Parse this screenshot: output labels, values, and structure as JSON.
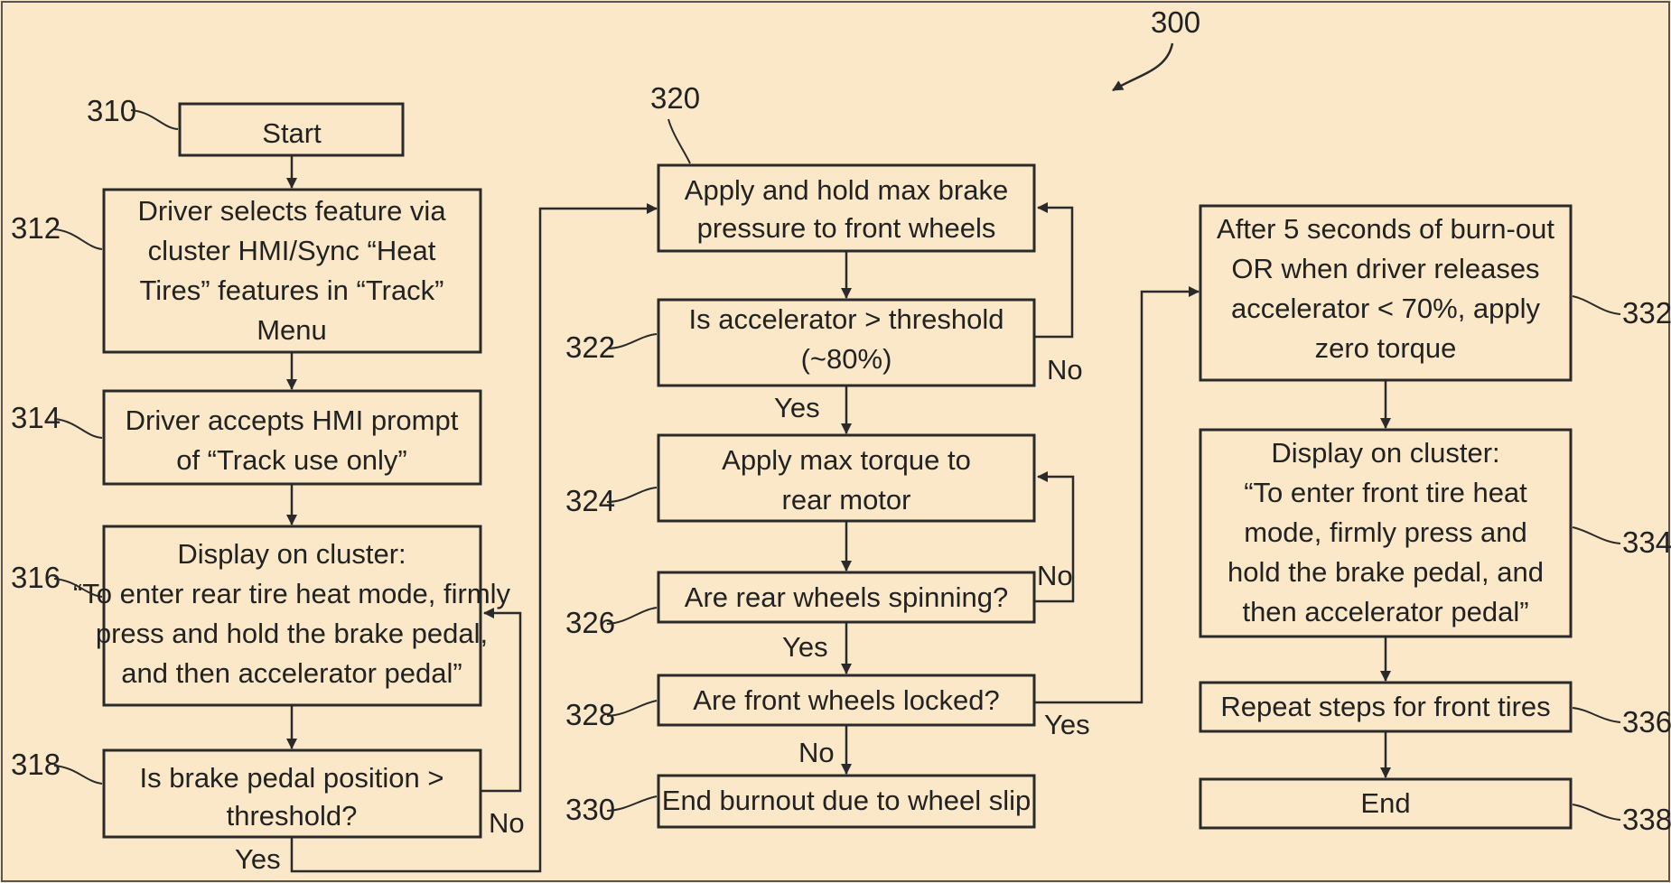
{
  "figure_number": "300",
  "nodes": {
    "start": {
      "ref": "310",
      "lines": [
        "Start"
      ]
    },
    "select": {
      "ref": "312",
      "lines": [
        "Driver selects feature via",
        "cluster HMI/Sync “Heat",
        "Tires” features in “Track”",
        "Menu"
      ]
    },
    "accept": {
      "ref": "314",
      "lines": [
        "Driver accepts HMI prompt",
        "of “Track use only”"
      ]
    },
    "display_rear": {
      "ref": "316",
      "lines": [
        "Display on cluster:",
        "“To enter rear tire heat mode, firmly",
        "press and hold the brake pedal,",
        "and then accelerator pedal”"
      ]
    },
    "brake_q": {
      "ref": "318",
      "lines": [
        "Is brake pedal position >",
        "threshold?"
      ]
    },
    "apply_brake": {
      "ref": "320",
      "lines": [
        "Apply and hold max brake",
        "pressure to front wheels"
      ]
    },
    "accel_q": {
      "ref": "322",
      "lines": [
        "Is accelerator > threshold",
        "(~80%)"
      ]
    },
    "max_torque": {
      "ref": "324",
      "lines": [
        "Apply max torque to",
        "rear motor"
      ]
    },
    "rear_spin_q": {
      "ref": "326",
      "lines": [
        "Are rear wheels spinning?"
      ]
    },
    "front_lock_q": {
      "ref": "328",
      "lines": [
        "Are front wheels locked?"
      ]
    },
    "end_burnout": {
      "ref": "330",
      "lines": [
        "End burnout due to wheel slip"
      ]
    },
    "after_5s": {
      "ref": "332",
      "lines": [
        "After 5 seconds of burn-out",
        "OR when driver releases",
        "accelerator < 70%, apply",
        "zero torque"
      ]
    },
    "display_front": {
      "ref": "334",
      "lines": [
        "Display on cluster:",
        "“To enter front tire heat",
        "mode, firmly press and",
        "hold the brake pedal, and",
        "then accelerator pedal”"
      ]
    },
    "repeat": {
      "ref": "336",
      "lines": [
        "Repeat steps for front tires"
      ]
    },
    "end": {
      "ref": "338",
      "lines": [
        "End"
      ]
    }
  },
  "branch_labels": {
    "brake_yes": "Yes",
    "brake_no": "No",
    "accel_yes": "Yes",
    "accel_no": "No",
    "rear_spin_yes": "Yes",
    "rear_spin_no": "No",
    "front_lock_yes": "Yes",
    "front_lock_no": "No"
  }
}
